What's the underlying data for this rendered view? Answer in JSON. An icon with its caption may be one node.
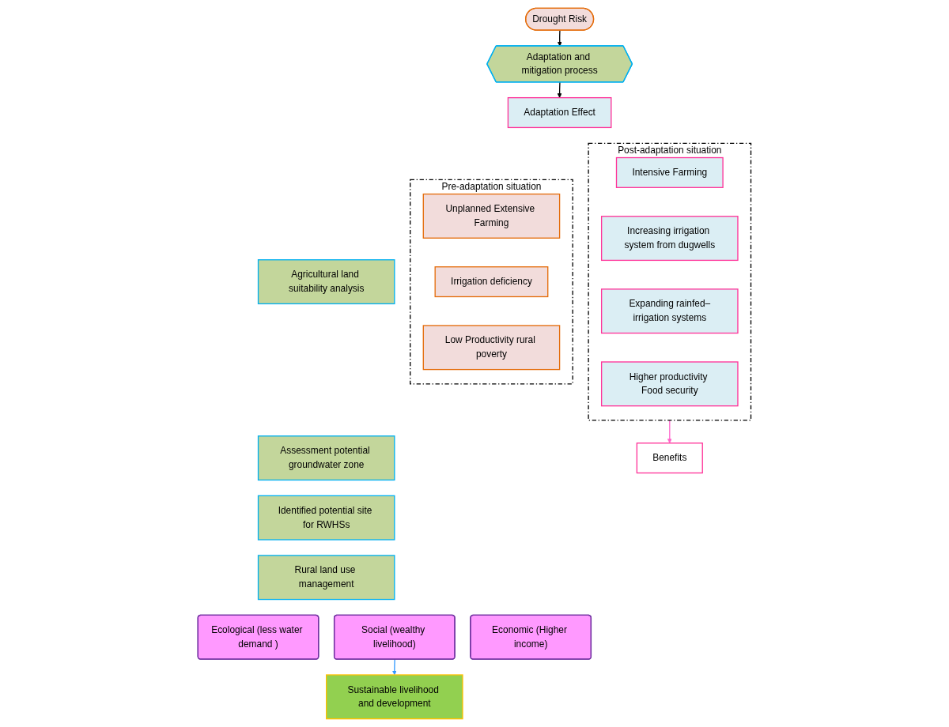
{
  "diagram": {
    "nodes": [
      {
        "text": [
          "Drought Risk"
        ]
      },
      {
        "text": [
          "Adaptation and mitigation process"
        ]
      },
      {
        "text": [
          "Adaptation Effect"
        ]
      },
      {
        "text": [
          "Pre-adaptation situation"
        ]
      },
      {
        "text": [
          "Unplanned Extensive Farming"
        ],
        "in": 3
      },
      {
        "text": [
          "Irrigation deficiency"
        ],
        "in": 3
      },
      {
        "text": [
          "Low Productivity rural poverty"
        ],
        "in": 3
      },
      {
        "text": [
          "Agricultural land suitability analysis"
        ]
      },
      {
        "text": [
          "Assessment potential groundwater zone"
        ]
      },
      {
        "text": [
          "Identified potential site for RWHSs"
        ]
      },
      {
        "text": [
          "Rural land use management"
        ]
      },
      {
        "text": [
          "Post-adaptation situation"
        ]
      },
      {
        "text": [
          "Intensive Farming"
        ],
        "in": 11
      },
      {
        "text": [
          "Increasing irrigation system from dugwells"
        ],
        "in": 11
      },
      {
        "text": [
          "Expanding rainfed–irrigation systems"
        ],
        "in": 11
      },
      {
        "text": [
          "Higher productivity Food security"
        ],
        "in": 11
      },
      {
        "text": [
          "Ecological (less water demand )"
        ]
      },
      {
        "text": [
          "Social (wealthy livelihood)"
        ]
      },
      {
        "text": [
          "Economic (Higher income)"
        ]
      },
      {
        "text": [
          "Benefits"
        ]
      },
      {
        "text": [
          "Sustainable livelihood and development"
        ]
      }
    ],
    "edges": [
      {
        "from": 0,
        "to": 1,
        "arrow": "to"
      },
      {
        "from": 1,
        "to": 2,
        "arrow": "to"
      },
      {
        "from": 11,
        "to": 19,
        "arrow": "to",
        "color": "#ff66cc"
      },
      {
        "from": 17,
        "to": 20,
        "arrow": "to",
        "color": "#3399ff"
      }
    ]
  }
}
